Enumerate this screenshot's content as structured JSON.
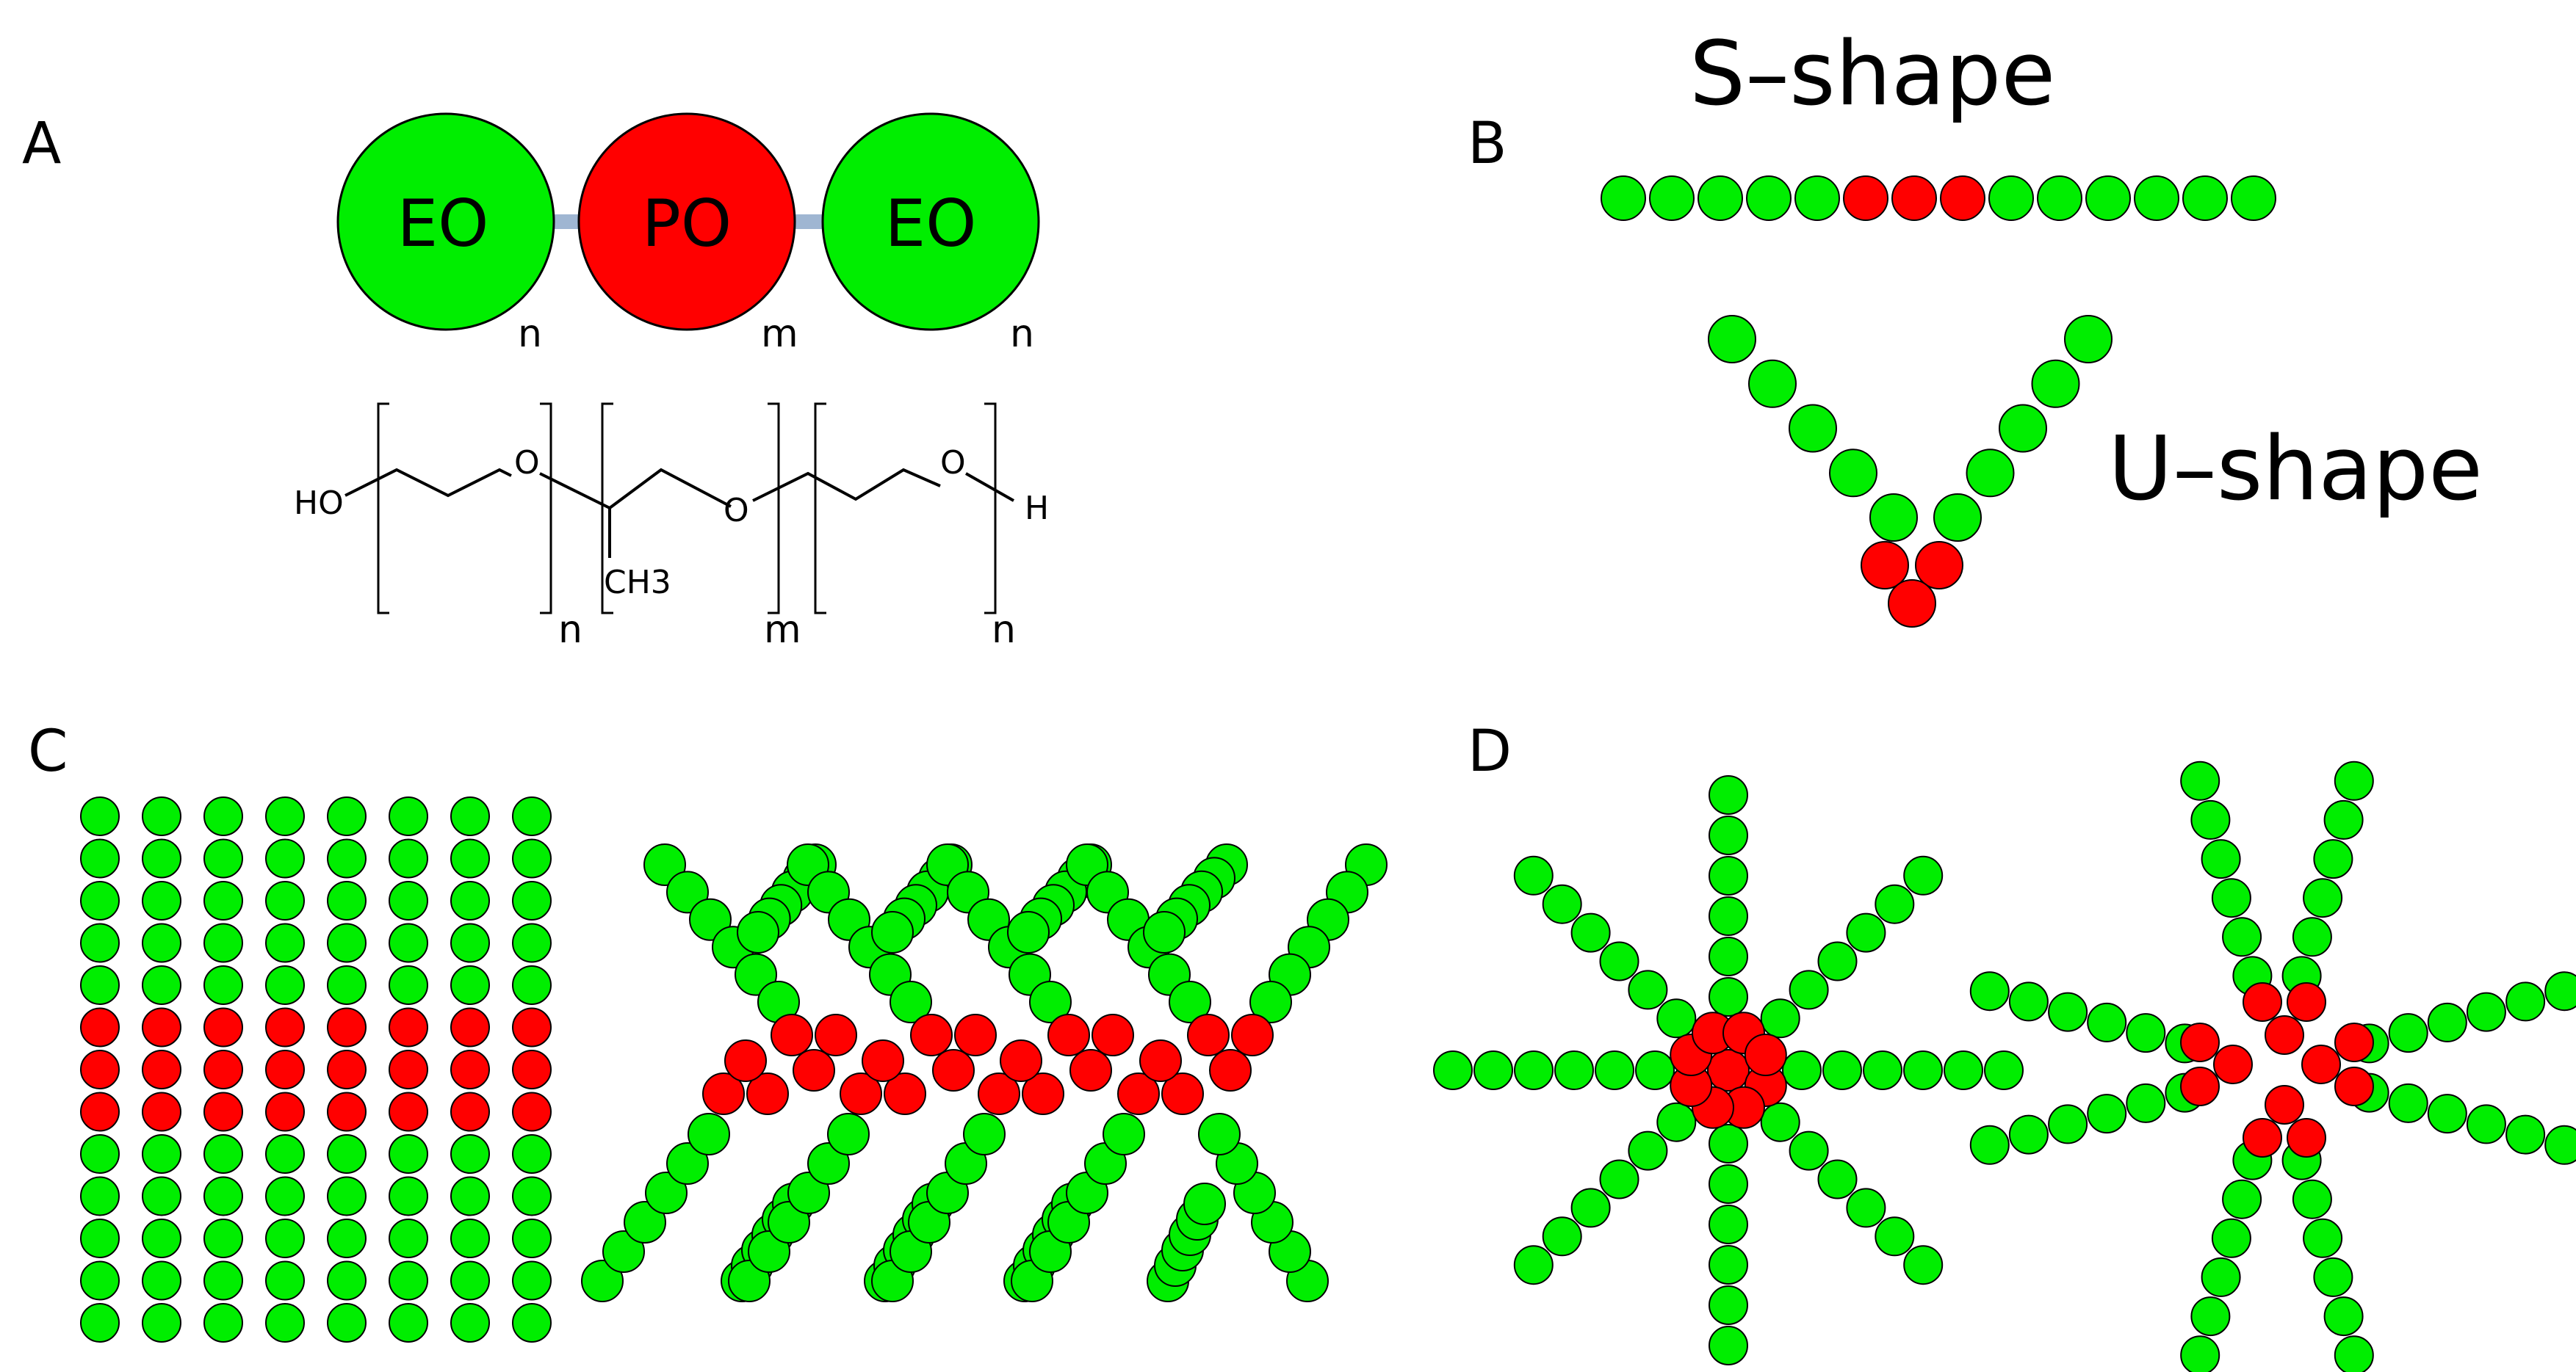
{
  "panels": {
    "a": {
      "label": "A",
      "beads": [
        "EO",
        "PO",
        "EO"
      ],
      "subscripts": [
        "n",
        "m",
        "n"
      ],
      "formula": {
        "left_end": "HO",
        "oxygen": "O",
        "methyl": "CH3",
        "right_end": "H",
        "subscripts": [
          "n",
          "m",
          "n"
        ]
      }
    },
    "b": {
      "label": "B",
      "s_shape_label": "S–shape",
      "u_shape_label": "U–shape"
    },
    "c": {
      "label": "C"
    },
    "d": {
      "label": "D"
    }
  },
  "colors": {
    "eo_bead": "#00ee00",
    "po_bead": "#ff0000",
    "linker": "#9fb6d2",
    "outline": "#000000"
  },
  "structures": {
    "s_shape_sequence": "EEEEEPPPEEEEEE",
    "u_shape_arm_length": 5,
    "u_shape_po_count": 3,
    "lamella_columns": 8,
    "lamella_sequence": "EEEEEPPPEEEEE",
    "micelle_arms": 8,
    "micelle_arm_length": 6
  }
}
